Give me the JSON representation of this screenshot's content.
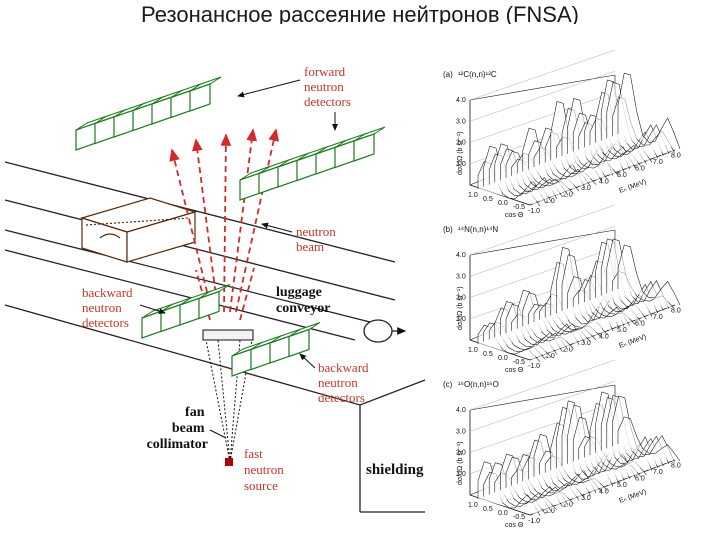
{
  "title": "Резонансное рассеяние нейтронов (FNSA)",
  "diagram": {
    "labels": {
      "forward_detectors": [
        "forward",
        "neutron",
        "detectors"
      ],
      "neutron_beam": [
        "neutron",
        "beam"
      ],
      "backward_detectors_left": [
        "backward",
        "neutron",
        "detectors"
      ],
      "luggage_conveyor": [
        "luggage",
        "conveyor"
      ],
      "backward_detectors_right": [
        "backward",
        "neutron",
        "detectors"
      ],
      "fan_beam_collimator": [
        "fan",
        "beam",
        "collimator"
      ],
      "fast_neutron_source": [
        "fast",
        "neutron",
        "source"
      ],
      "shielding": "shielding"
    },
    "colors": {
      "red_label": "#c0392b",
      "detector_green": "#1f7a1f",
      "beam_red": "#d22b2b"
    }
  },
  "plots": [
    {
      "panel": "(a)",
      "reaction": "¹²C(n,n)¹²C",
      "z_ticks": [
        "1.0",
        "2.0",
        "3.0",
        "4.0"
      ],
      "e_ticks": [
        "1.0",
        "2.0",
        "3.0",
        "4.0",
        "5.0",
        "6.0",
        "7.0",
        "8.0"
      ],
      "cos_ticks": [
        "1.0",
        "0.5",
        "0.0",
        "-0.5",
        "-1.0"
      ],
      "zlabel": "dσ/dΩ (b sr⁻¹)",
      "xlabel": "cos Θ",
      "ylabel": "Eₙ (MeV)"
    },
    {
      "panel": "(b)",
      "reaction": "¹⁴N(n,n)¹⁴N",
      "z_ticks": [
        "1.0",
        "2.0",
        "3.0",
        "4.0"
      ],
      "e_ticks": [
        "1.0",
        "2.0",
        "3.0",
        "4.0",
        "5.0",
        "6.0",
        "7.0",
        "8.0"
      ],
      "cos_ticks": [
        "1.0",
        "0.5",
        "0.0",
        "-0.5",
        "-1.0"
      ],
      "zlabel": "dσ/dΩ (b sr⁻¹)",
      "xlabel": "cos Θ",
      "ylabel": "Eₙ (MeV)"
    },
    {
      "panel": "(c)",
      "reaction": "¹⁶O(n,n)¹⁶O",
      "z_ticks": [
        "1.0",
        "2.0",
        "3.0",
        "4.0"
      ],
      "e_ticks": [
        "1.0",
        "2.0",
        "3.0",
        "4.0",
        "5.0",
        "6.0",
        "7.0",
        "8.0"
      ],
      "cos_ticks": [
        "1.0",
        "0.5",
        "0.0",
        "-0.5",
        "-1.0"
      ],
      "zlabel": "dσ/dΩ (b sr⁻¹)",
      "xlabel": "cos Θ",
      "ylabel": "Eₙ (MeV)"
    }
  ]
}
